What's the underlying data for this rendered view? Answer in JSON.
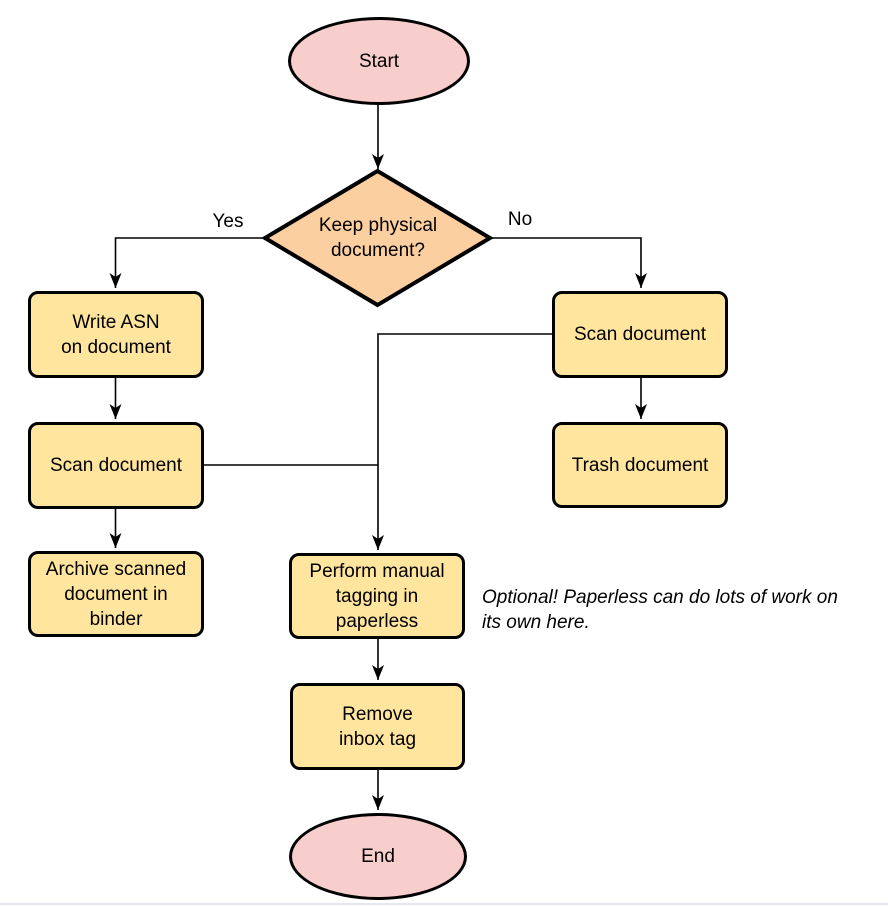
{
  "colors": {
    "background": "#ffffff",
    "terminal_fill": "#f8cecc",
    "decision_fill": "#fccfa1",
    "process_fill": "#ffe59e",
    "shape_border": "#000000",
    "edge_color": "#000000",
    "text_color": "#000000",
    "bottom_divider": "#e6e6ee"
  },
  "nodes": {
    "start": {
      "label": "Start",
      "type": "terminal"
    },
    "decision": {
      "label": "Keep physical\ndocument?",
      "type": "decision"
    },
    "write_asn": {
      "label": "Write ASN\non document",
      "type": "process"
    },
    "scan_left": {
      "label": "Scan document",
      "type": "process"
    },
    "archive": {
      "label": "Archive scanned\ndocument in\nbinder",
      "type": "process"
    },
    "scan_right": {
      "label": "Scan document",
      "type": "process"
    },
    "trash": {
      "label": "Trash document",
      "type": "process"
    },
    "tagging": {
      "label": "Perform manual\ntagging in\npaperless",
      "type": "process"
    },
    "remove_inbox": {
      "label": "Remove\ninbox tag",
      "type": "process"
    },
    "end": {
      "label": "End",
      "type": "terminal"
    }
  },
  "edge_labels": {
    "yes": "Yes",
    "no": "No"
  },
  "annotation": {
    "text": "Optional! Paperless can do lots of work on\nits own here."
  }
}
